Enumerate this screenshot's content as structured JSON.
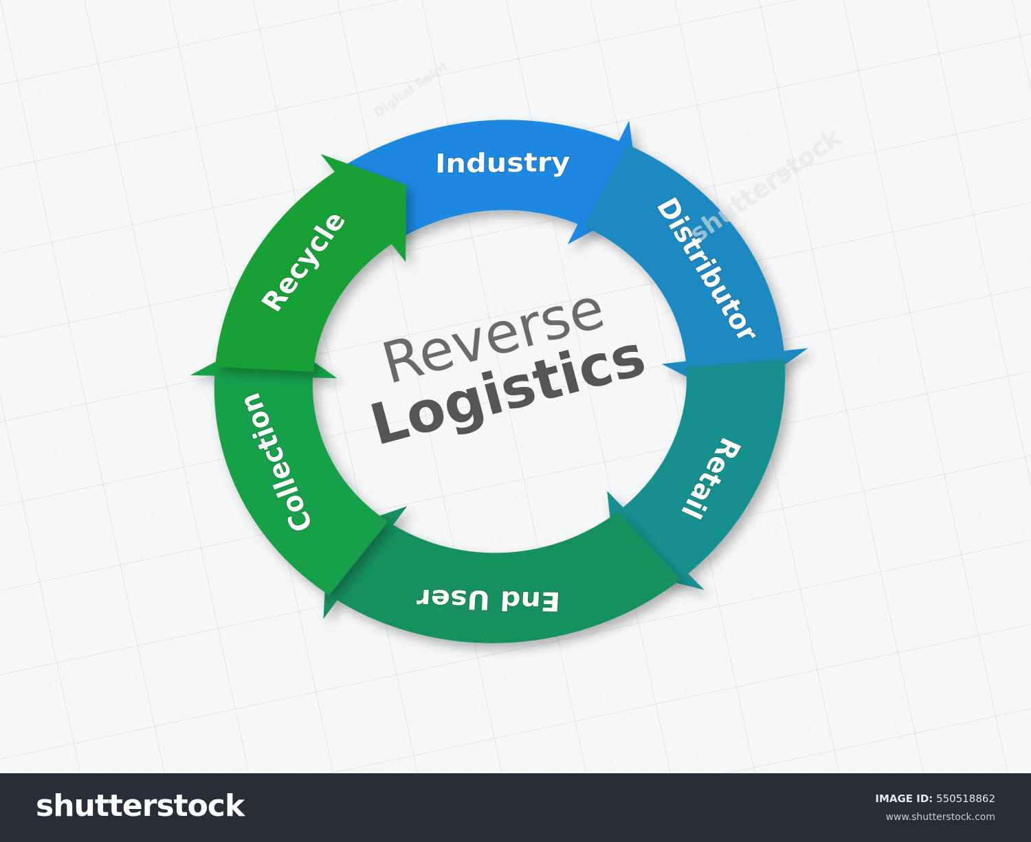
{
  "title": {
    "line1": "Reverse",
    "line2": "Logistics"
  },
  "steps": [
    {
      "label": "Industry",
      "color": "#1f88e2"
    },
    {
      "label": "Distributor",
      "color": "#1a8ac0"
    },
    {
      "label": "Retail",
      "color": "#15908f"
    },
    {
      "label": "End User",
      "color": "#12905e"
    },
    {
      "label": "Collection",
      "color": "#14a04a"
    },
    {
      "label": "Recycle",
      "color": "#16a034"
    }
  ],
  "watermarks": {
    "brand": "shutterstock",
    "author": "Digital Saint"
  },
  "footer": {
    "logo": "shutterstock",
    "image_id_label": "IMAGE ID:",
    "image_id": "550518862",
    "site": "www.shutterstock.com"
  }
}
